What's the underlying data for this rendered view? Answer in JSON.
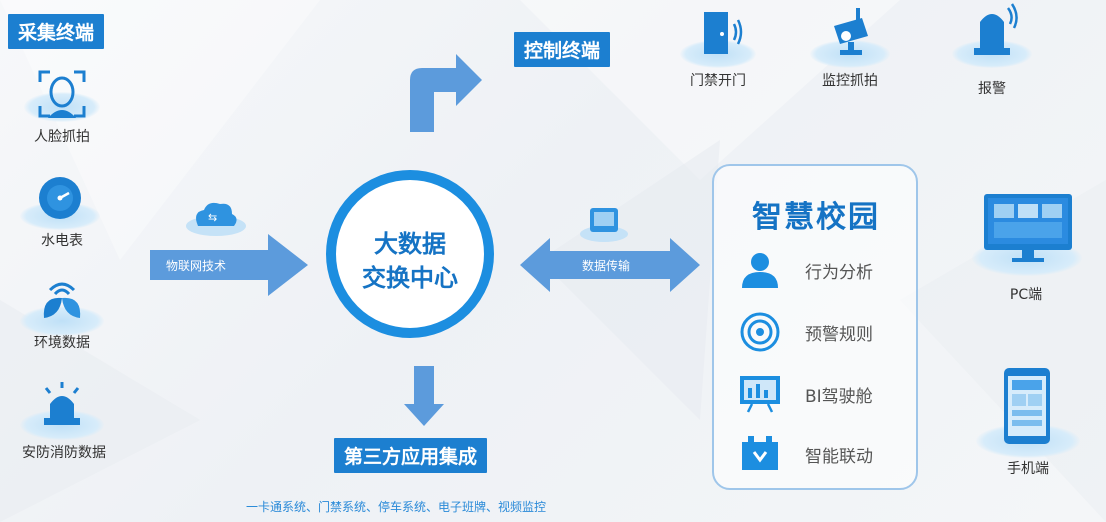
{
  "collect": {
    "title": "采集终端",
    "items": [
      {
        "label": "人脸抓拍",
        "icon": "face-scan-icon"
      },
      {
        "label": "水电表",
        "icon": "meter-icon"
      },
      {
        "label": "环境数据",
        "icon": "leaf-signal-icon"
      },
      {
        "label": "安防消防数据",
        "icon": "alarm-light-icon"
      }
    ]
  },
  "control": {
    "title": "控制终端",
    "items": [
      {
        "label": "门禁开门",
        "icon": "door-icon"
      },
      {
        "label": "监控抓拍",
        "icon": "camera-icon"
      },
      {
        "label": "报警",
        "icon": "siren-icon"
      }
    ]
  },
  "hub": {
    "line1": "大数据",
    "line2": "交换中心"
  },
  "left_arrow": {
    "label": "物联网技术",
    "icon": "cloud-icon"
  },
  "right_arrow": {
    "label": "数据传输",
    "icon": "data-transfer-icon"
  },
  "third_party": {
    "title": "第三方应用集成",
    "systems": "一卡通系统、门禁系统、停车系统、电子班牌、视频监控"
  },
  "campus": {
    "title": "智慧校园",
    "items": [
      {
        "label": "行为分析",
        "icon": "person-icon"
      },
      {
        "label": "预警规则",
        "icon": "target-icon"
      },
      {
        "label": "BI驾驶舱",
        "icon": "dashboard-icon"
      },
      {
        "label": "智能联动",
        "icon": "battery-link-icon"
      }
    ]
  },
  "clients": [
    {
      "label": "PC端",
      "icon": "monitor-icon"
    },
    {
      "label": "手机端",
      "icon": "phone-icon"
    }
  ],
  "colors": {
    "primary": "#1c7fd0",
    "hub": "#1c8ee0",
    "arrow": "#5c9bdc",
    "accent": "#2aa0e8"
  }
}
